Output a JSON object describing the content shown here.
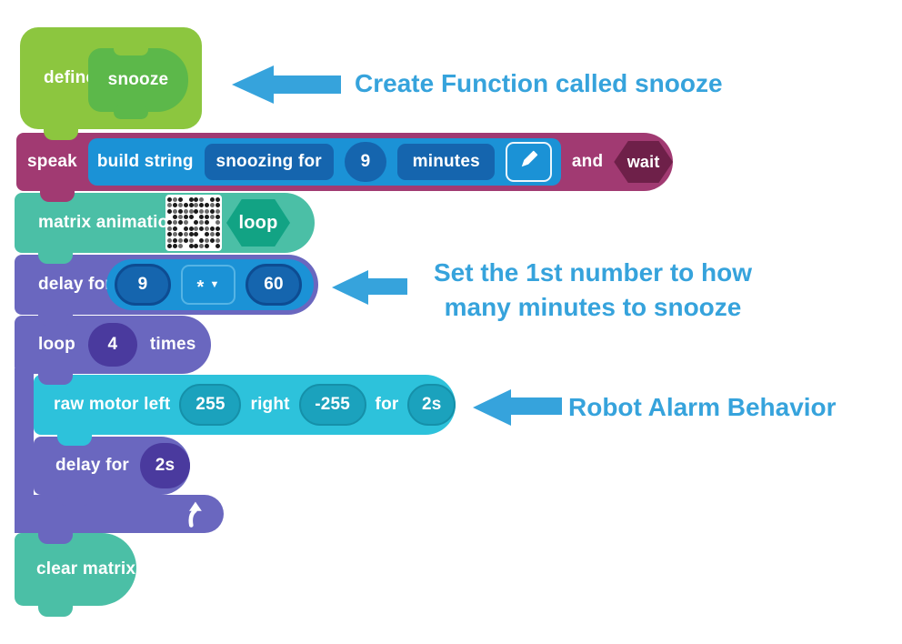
{
  "colors": {
    "canvas_bg": "#FFFFFF",
    "annotation_blue": "#36A3DC",
    "green": "#8CC63F",
    "green_dark": "#5CB84A",
    "magenta": "#A13A72",
    "maroon_hex": "#6E2049",
    "blue": "#1B92D6",
    "blue_dark": "#1565AE",
    "blue_navy": "#0D4C92",
    "dropdown_border": "#55B4E5",
    "teal": "#4BBFA6",
    "teal_dark": "#12A384",
    "purple": "#6A67BF",
    "purple_dark": "#4A3A9E",
    "cyan": "#2DC2DB",
    "cyan_dark": "#1BA2BD",
    "cyan_border": "#1590A9"
  },
  "annotations": {
    "create_function": {
      "text": "Create Function called snooze"
    },
    "set_number": {
      "line1": "Set the 1st number to how",
      "line2": "many minutes to snooze"
    },
    "robot_alarm": {
      "text": "Robot Alarm Behavior"
    }
  },
  "blocks": {
    "define": {
      "label": "define",
      "function_name": "snooze"
    },
    "speak": {
      "label": "speak",
      "builder_label": "build string",
      "segment_text": "snoozing for",
      "segment_number": "9",
      "segment_text2": "minutes",
      "edit_icon": "pencil-icon",
      "conjunction": "and",
      "mode": "wait"
    },
    "matrix_animation": {
      "label": "matrix animation",
      "mode": "loop",
      "pattern": [
        "2120221022",
        "1212212212",
        "2121121121",
        "0212202212",
        "2121021201",
        "1202212122",
        "2121220212",
        "1212102121",
        "2210221202"
      ]
    },
    "delay_minutes": {
      "label": "delay for",
      "value1": "9",
      "operator": "*",
      "value2": "60"
    },
    "loop": {
      "label": "loop",
      "count": "4",
      "suffix": "times"
    },
    "raw_motor": {
      "label": "raw motor left",
      "left_speed": "255",
      "right_label": "right",
      "right_speed": "-255",
      "for_label": "for",
      "duration": "2s"
    },
    "delay_seconds": {
      "label": "delay for",
      "duration": "2s"
    },
    "clear_matrix": {
      "label": "clear matrix"
    }
  }
}
